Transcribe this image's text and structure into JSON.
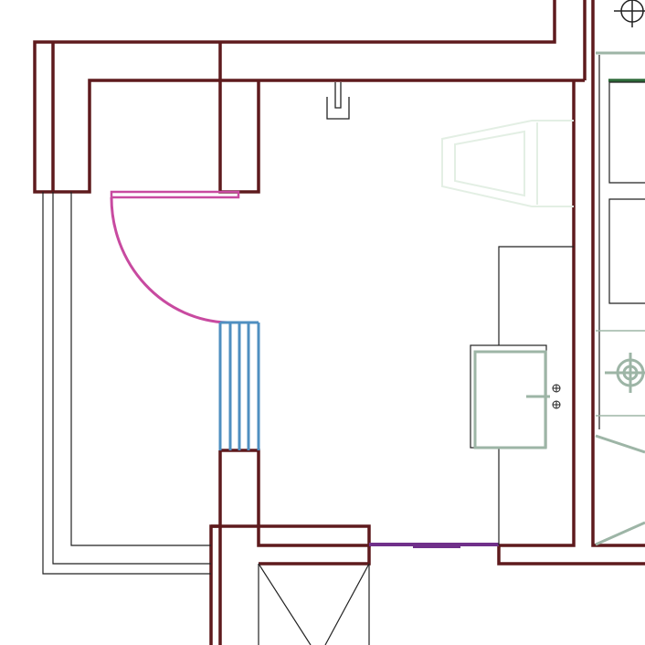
{
  "plan": {
    "colors": {
      "wall": "#5e1a1d",
      "thin_line": "#222222",
      "door_swing": "#c84aa0",
      "window_glazing": "#4f8fc0",
      "fixture": "#9db5a6",
      "faint_fixture": "#e3efe4",
      "accent_green": "#2e6b3a",
      "opening_purple": "#70308a"
    },
    "symbols": [
      "outlet-crosshair-icon",
      "fixture-crosshair-icon",
      "faucet-icon",
      "wall-light-icon"
    ],
    "elements": [
      "wall",
      "door",
      "window",
      "sink",
      "counter",
      "cabinet",
      "toilet"
    ]
  }
}
